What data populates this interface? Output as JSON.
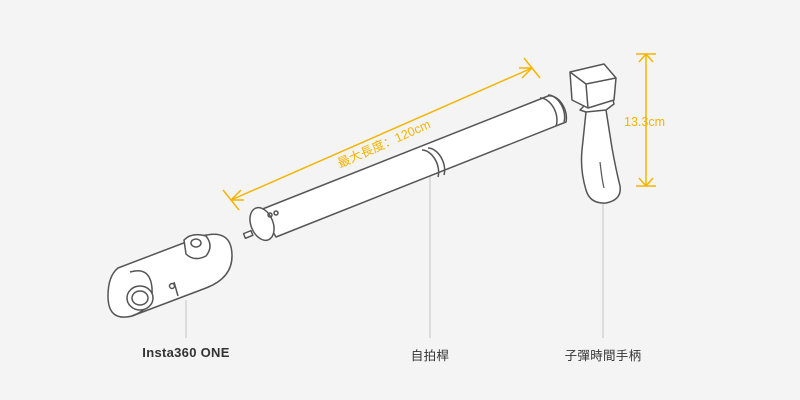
{
  "labels": {
    "camera": "Insta360 ONE",
    "stick": "自拍桿",
    "grip": "子彈時間手柄"
  },
  "dimensions": {
    "max_length": "最大長度：120cm",
    "grip_height": "13.3cm"
  },
  "colors": {
    "accent": "#f5b400",
    "line": "#555555",
    "leader": "#bbbbbb",
    "background": "#f4f4f4"
  }
}
